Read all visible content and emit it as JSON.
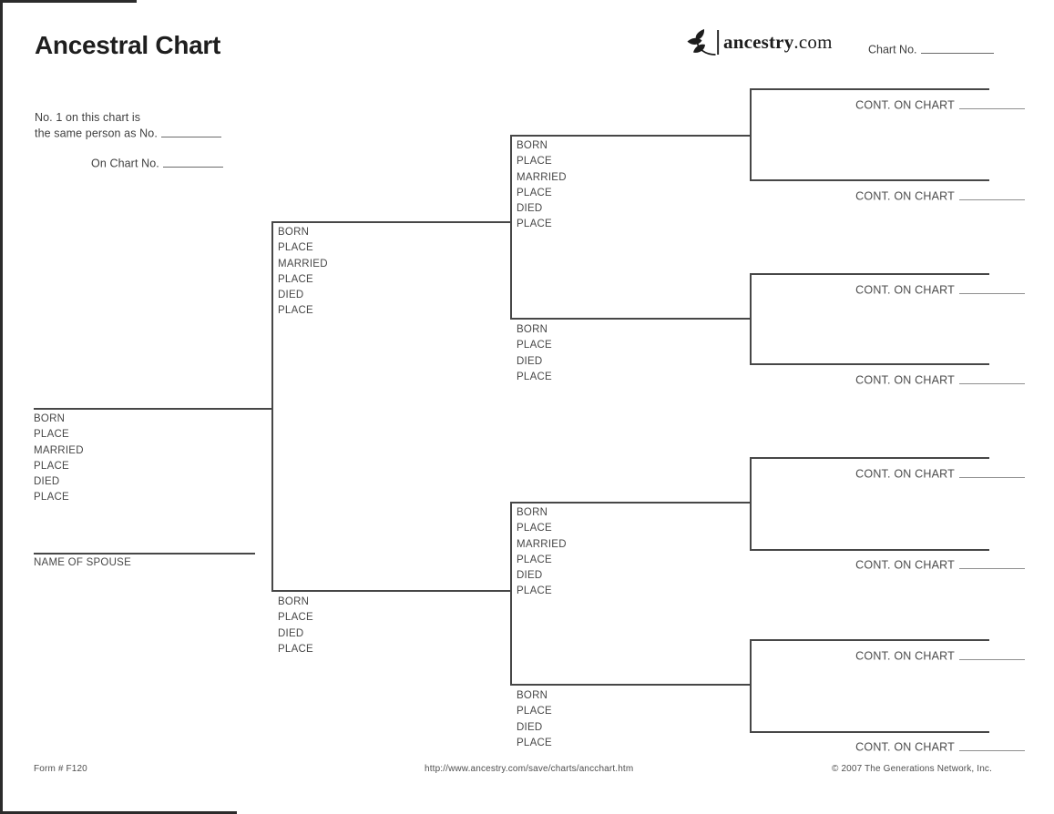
{
  "header": {
    "title": "Ancestral Chart",
    "logo": {
      "brand": "ancestry",
      "tld": ".com"
    },
    "chart_no_label": "Chart No."
  },
  "intro": {
    "line1": "No. 1 on this chart is",
    "line2": "the same person as No.",
    "on_chart_label": "On Chart No."
  },
  "labels": {
    "full": [
      "BORN",
      "PLACE",
      "MARRIED",
      "PLACE",
      "DIED",
      "PLACE"
    ],
    "short": [
      "BORN",
      "PLACE",
      "DIED",
      "PLACE"
    ],
    "spouse": "NAME OF SPOUSE",
    "cont": "CONT. ON CHART"
  },
  "footer": {
    "form_number": "Form # F120",
    "url": "http://www.ancestry.com/save/charts/ancchart.htm",
    "copyright": "© 2007 The Generations Network, Inc."
  }
}
